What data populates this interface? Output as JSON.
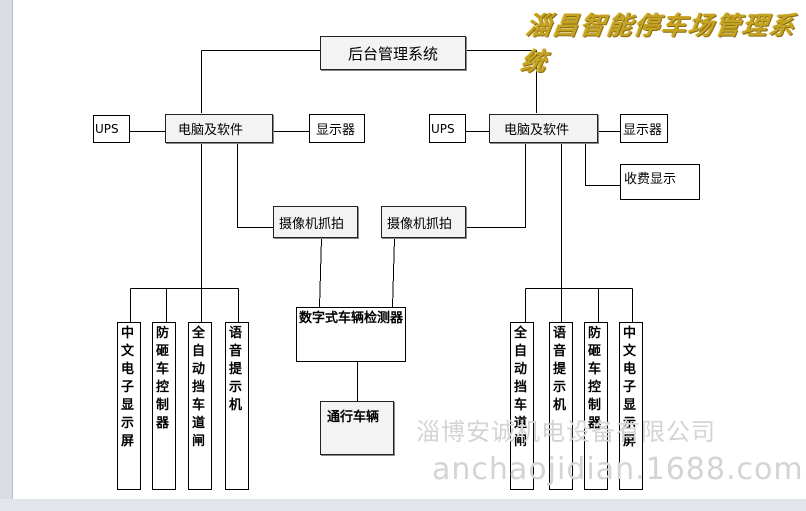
{
  "watermark_title": "淄昌智能停车场管理系统",
  "watermark_company": "淄博安诚机电设备有限公司",
  "watermark_url": "anchaojidian.1688.com",
  "nodes": {
    "backend": "后台管理系统",
    "ups_left": "UPS",
    "pc_left": "电脑及软件",
    "monitor_left": "显示器",
    "ups_right": "UPS",
    "pc_right": "电脑及软件",
    "monitor_right": "显示器",
    "fee_display": "收费显示",
    "camera_left": "摄像机抓拍",
    "camera_right": "摄像机抓拍",
    "detector": "数字式车辆检测器",
    "pass_vehicle": "通行车辆",
    "led_left": "中文电子显示屏",
    "anti_smash_left": "防砸车控制器",
    "barrier_left": "全自动挡车道闸",
    "voice_left": "语音提示机",
    "barrier_right": "全自动挡车道闸",
    "voice_right": "语音提示机",
    "anti_smash_right": "防砸车控制器",
    "led_right": "中文电子显示屏"
  }
}
